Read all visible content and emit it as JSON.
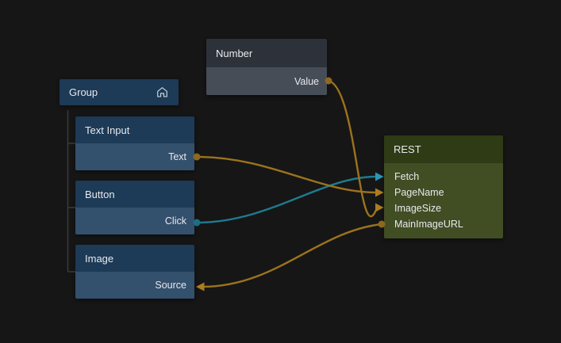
{
  "canvas": {
    "background": "#161616"
  },
  "colors": {
    "node_blue_header": "#1d3a56",
    "node_blue_body": "#33506d",
    "node_slate_header": "#2d323a",
    "node_slate_body": "#474d56",
    "node_olive_header": "#2e3b15",
    "node_olive_body": "#414d23",
    "wire_orange": "#9c731d",
    "dot_orange": "#8d681f",
    "arrow_orange": "#ad7c1e",
    "wire_teal": "#1e7b90",
    "dot_teal": "#1b6f82",
    "arrow_teal": "#2a97b5",
    "tree_line": "#3c3c3c"
  },
  "nodes": {
    "group": {
      "title": "Group",
      "icon": "home-icon"
    },
    "textInput": {
      "title": "Text Input",
      "ports": {
        "text": "Text"
      }
    },
    "button": {
      "title": "Button",
      "ports": {
        "click": "Click"
      }
    },
    "image": {
      "title": "Image",
      "ports": {
        "source": "Source"
      }
    },
    "number": {
      "title": "Number",
      "ports": {
        "value": "Value"
      }
    },
    "rest": {
      "title": "REST",
      "ports": {
        "fetch": "Fetch",
        "pageName": "PageName",
        "imageSize": "ImageSize",
        "mainImageURL": "MainImageURL"
      }
    }
  },
  "connections": [
    {
      "from": "Button.Click",
      "to": "REST.Fetch",
      "color": "teal"
    },
    {
      "from": "Text Input.Text",
      "to": "REST.PageName",
      "color": "orange"
    },
    {
      "from": "Number.Value",
      "to": "REST.ImageSize",
      "color": "orange"
    },
    {
      "from": "REST.MainImageURL",
      "to": "Image.Source",
      "color": "orange"
    }
  ]
}
